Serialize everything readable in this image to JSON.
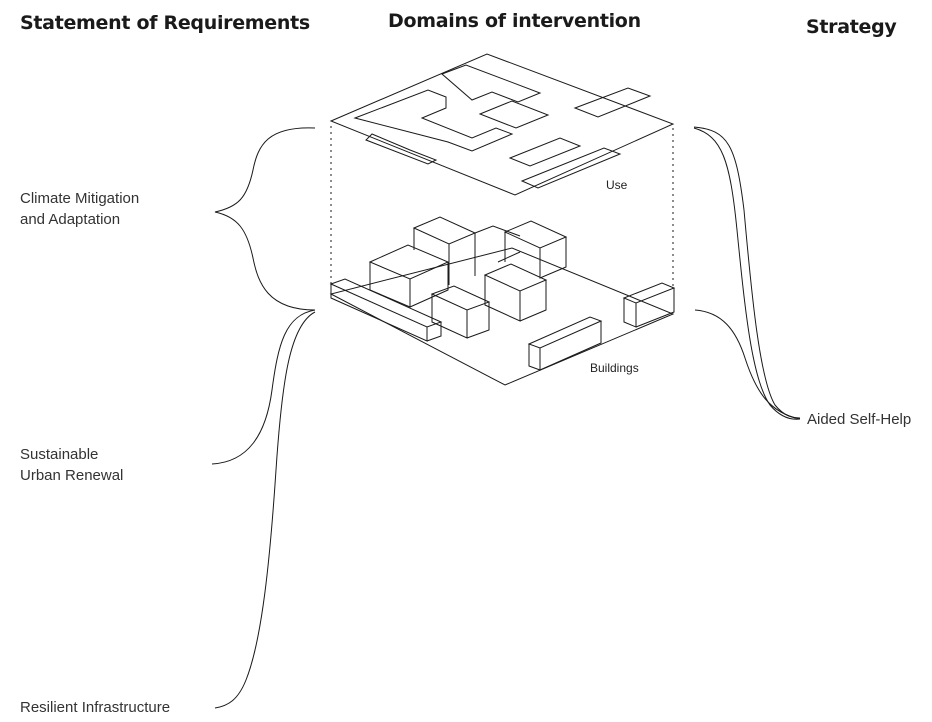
{
  "headers": {
    "requirements": "Statement of Requirements",
    "domains": "Domains of intervention",
    "strategy": "Strategy"
  },
  "requirements": {
    "climate_line1": "Climate Mitigation",
    "climate_line2": "and Adaptation",
    "renewal_line1": "Sustainable",
    "renewal_line2": "Urban Renewal",
    "infrastructure": "Resilient Infrastructure"
  },
  "domains": {
    "use": "Use",
    "buildings": "Buildings"
  },
  "strategies": {
    "aided": "Aided Self-Help"
  }
}
